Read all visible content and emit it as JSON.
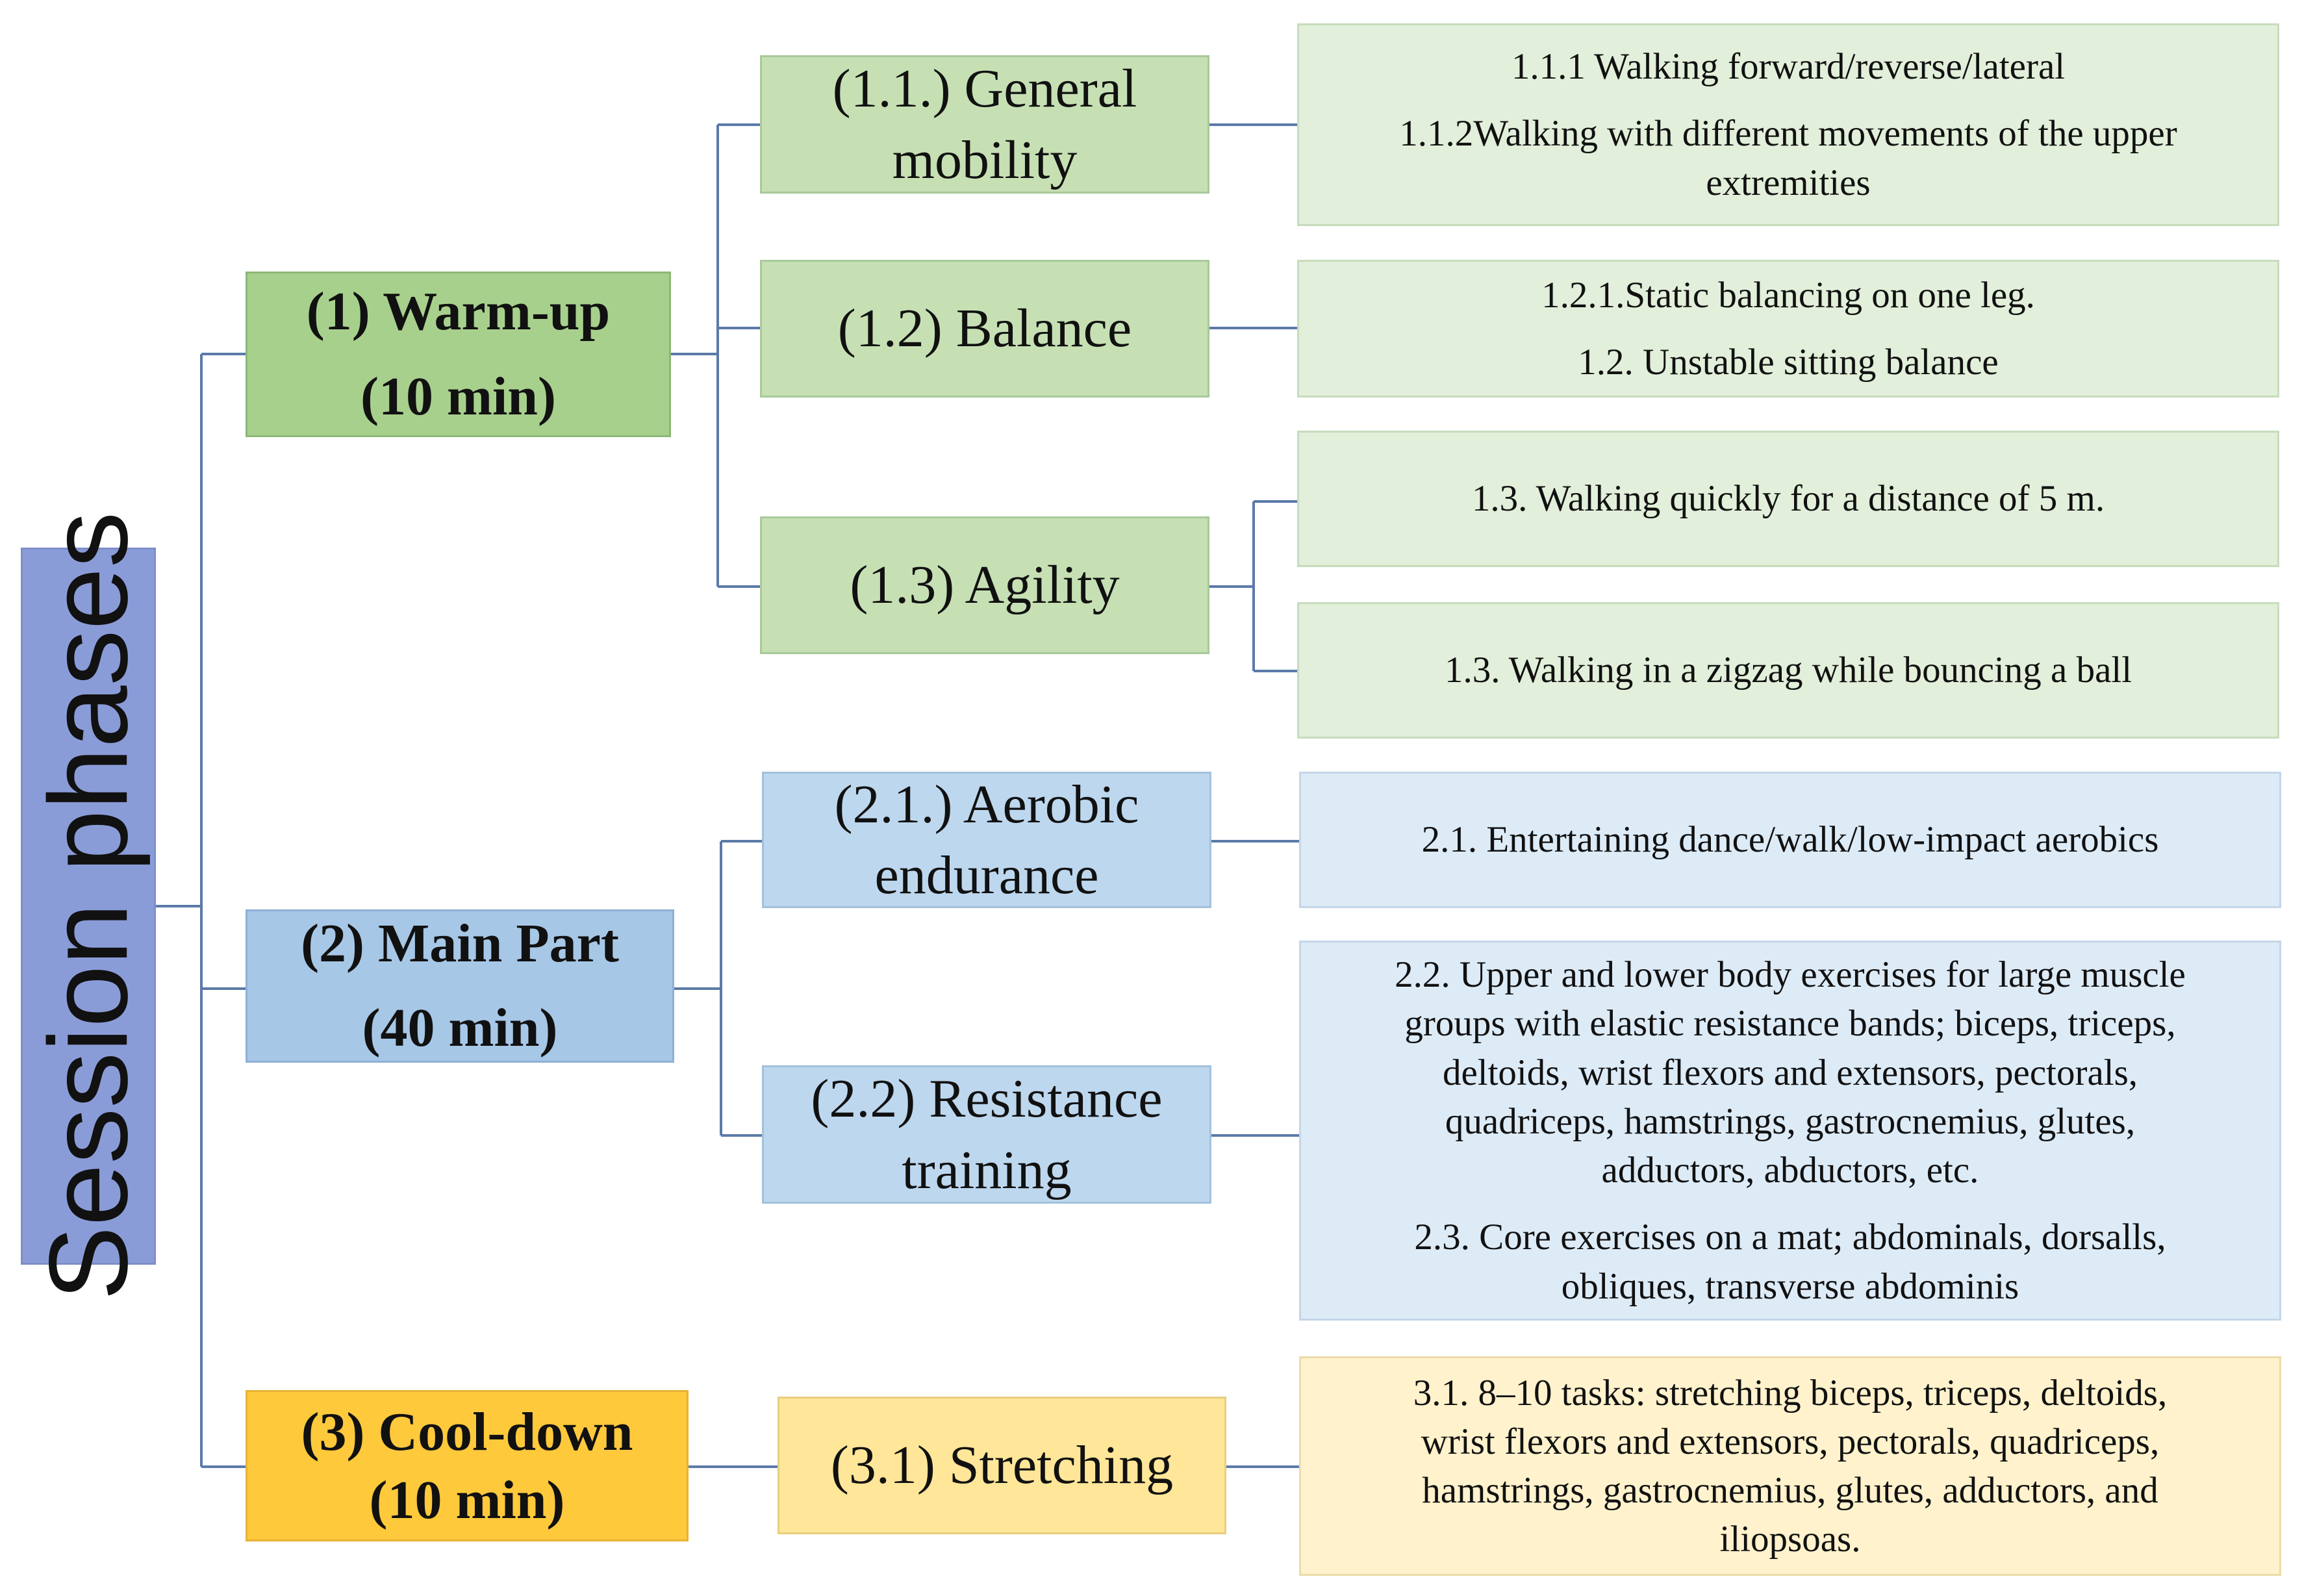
{
  "root": {
    "label": "Session phases"
  },
  "phases": {
    "warmup": {
      "title": "(1) Warm-up",
      "duration": "(10 min)"
    },
    "main": {
      "title": "(2) Main Part",
      "duration": "(40 min)"
    },
    "cooldown": {
      "title": "(3) Cool-down",
      "duration": "(10 min)"
    }
  },
  "components": {
    "general_mobility": {
      "line1": "(1.1.) General",
      "line2": "mobility"
    },
    "balance": {
      "line1": "(1.2) Balance"
    },
    "agility": {
      "line1": "(1.3) Agility"
    },
    "aerobic": {
      "line1": "(2.1.) Aerobic",
      "line2": "endurance"
    },
    "resistance": {
      "line1": "(2.2) Resistance",
      "line2": "training"
    },
    "stretching": {
      "line1": "(3.1) Stretching"
    }
  },
  "activities": {
    "mobility": {
      "item1": "1.1.1 Walking forward/reverse/lateral",
      "item2_line1": "1.1.2Walking with different movements of the upper",
      "item2_line2": "extremities"
    },
    "balance": {
      "item1": "1.2.1.Static balancing on one leg.",
      "item2": "1.2. Unstable sitting balance"
    },
    "agility_a": {
      "item1": "1.3. Walking quickly for a distance of 5 m."
    },
    "agility_b": {
      "item1": "1.3. Walking in a zigzag while bouncing a ball"
    },
    "aerobic": {
      "item1": "2.1. Entertaining dance/walk/low-impact aerobics"
    },
    "resistance": {
      "l1": "2.2. Upper and lower body exercises for large muscle",
      "l2": "groups with elastic resistance bands; biceps, triceps,",
      "l3": "deltoids, wrist flexors and extensors, pectorals,",
      "l4": "quadriceps, hamstrings, gastrocnemius, glutes,",
      "l5": "adductors, abductors, etc.",
      "l6": "2.3. Core exercises on a mat; abdominals, dorsalls,",
      "l7": "obliques, transverse abdominis"
    },
    "stretching": {
      "l1": "3.1. 8–10 tasks: stretching biceps, triceps, deltoids,",
      "l2": "wrist flexors and extensors, pectorals, quadriceps,",
      "l3": "hamstrings, gastrocnemius, glutes, adductors, and",
      "l4": "iliopsoas."
    }
  },
  "colors": {
    "root": "#8a9cd8",
    "connector": "#5b7aa8",
    "warmup_phase": "#a8d08d",
    "warmup_component": "#c6e0b4",
    "warmup_activity": "#e2efda",
    "main_phase": "#a7c7e7",
    "main_component": "#bdd7ee",
    "main_activity": "#ddebf7",
    "cooldown_phase": "#ffc93c",
    "cooldown_component": "#ffe699",
    "cooldown_activity": "#fff2cc"
  }
}
